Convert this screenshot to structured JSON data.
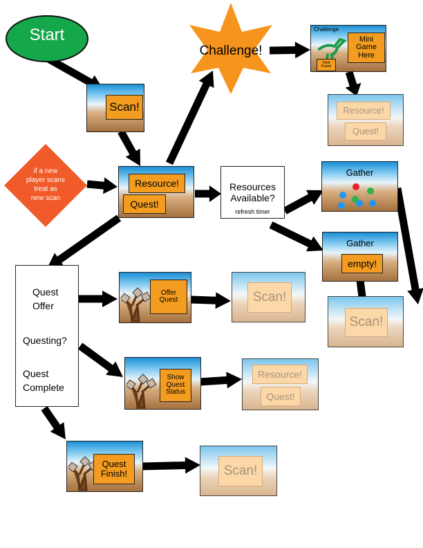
{
  "start": "Start",
  "scan": "Scan!",
  "challenge": "Challenge!",
  "mini_game": {
    "caption": "Challenge",
    "label_lines": [
      "Mini",
      "Game",
      "Here"
    ],
    "small_tag_lines": [
      "Orbit",
      "Found"
    ]
  },
  "challenge_result": {
    "resource": "Resource!",
    "quest": "Quest!"
  },
  "new_player_note": [
    "if a new",
    "player scans",
    "treat as",
    "new scan"
  ],
  "scan_result": {
    "resource": "Resource!",
    "quest": "Quest!"
  },
  "resources_available": {
    "line1": "Resources",
    "line2": "Available?",
    "note": "refresh timer"
  },
  "gather_full": {
    "title": "Gather"
  },
  "gather_empty": {
    "title": "Gather",
    "status": "empty!"
  },
  "gather_rescan": "Scan!",
  "quest_menu": {
    "offer_lines": [
      "Quest",
      "Offer"
    ],
    "questing": "Questing?",
    "complete_lines": [
      "Quest",
      "Complete"
    ]
  },
  "offer_quest": {
    "lines": [
      "Offer",
      "Quest"
    ],
    "next": "Scan!"
  },
  "show_status": {
    "lines": [
      "Show",
      "Quest",
      "Status"
    ],
    "next_resource": "Resource!",
    "next_quest": "Quest!"
  },
  "quest_finish": {
    "lines": [
      "Quest",
      "Finish!"
    ],
    "next": "Scan!"
  },
  "colors": {
    "start_fill": "#14a84a",
    "star_fill": "#f7941d",
    "diamond_fill": "#f15a29",
    "tag_fill": "#f39c1f",
    "sky": "#1a8fd6",
    "ground": "#a5703e",
    "gather_dots": [
      "#e8202a",
      "#2fb34a",
      "#2196f3",
      "#2fb34a",
      "#2196f3",
      "#2196f3"
    ]
  }
}
